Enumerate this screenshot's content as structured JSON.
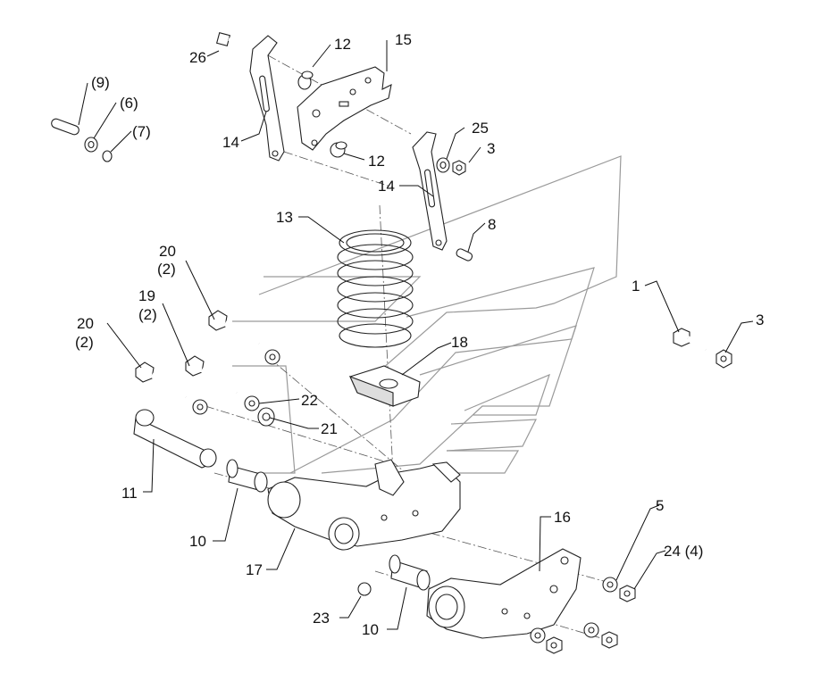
{
  "diagram": {
    "labels": {
      "p1": "1",
      "p3a": "3",
      "p3b": "3",
      "p5": "5",
      "p6": "(6)",
      "p7": "(7)",
      "p8": "8",
      "p9": "(9)",
      "p10a": "10",
      "p10b": "10",
      "p11": "11",
      "p12a": "12",
      "p12b": "12",
      "p13": "13",
      "p14a": "14",
      "p14b": "14",
      "p15": "15",
      "p16": "16",
      "p17": "17",
      "p18": "18",
      "p19": "19",
      "p19q": "(2)",
      "p20a": "20",
      "p20aq": "(2)",
      "p20b": "20",
      "p20bq": "(2)",
      "p21": "21",
      "p22": "22",
      "p23": "23",
      "p24": "24 (4)",
      "p25": "25",
      "p26": "26"
    },
    "colors": {
      "line": "#222222",
      "fill": "#ffffff",
      "shade": "#d9d9d9",
      "watermark": "#9a9a9a"
    }
  }
}
